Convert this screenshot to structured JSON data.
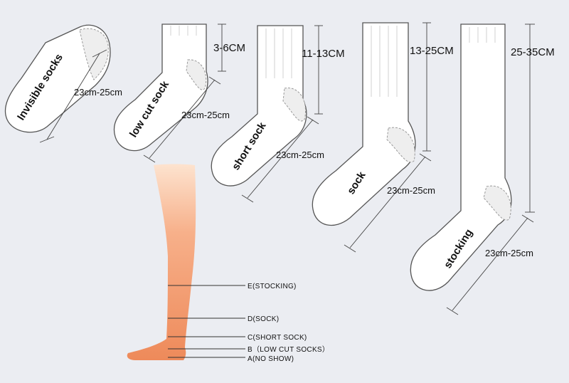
{
  "socks": [
    {
      "name": "Invisible socks",
      "length": "23cm-25cm",
      "height": ""
    },
    {
      "name": "low cut sock",
      "length": "23cm-25cm",
      "height": "3-6CM"
    },
    {
      "name": "short sock",
      "length": "23cm-25cm",
      "height": "11-13CM"
    },
    {
      "name": "sock",
      "length": "23cm-25cm",
      "height": "13-25CM"
    },
    {
      "name": "stocking",
      "length": "23cm-25cm",
      "height": "25-35CM"
    }
  ],
  "levels": [
    {
      "label": "E(STOCKING)"
    },
    {
      "label": "D(SOCK)"
    },
    {
      "label": "C(SHORT SOCK)"
    },
    {
      "label": "B（LOW CUT SOCKS）"
    },
    {
      "label": "A(NO SHOW)"
    }
  ],
  "colors": {
    "leg_top": "#fbd7b8",
    "leg_bottom": "#ee8a5a",
    "background": "#ebedf2"
  }
}
